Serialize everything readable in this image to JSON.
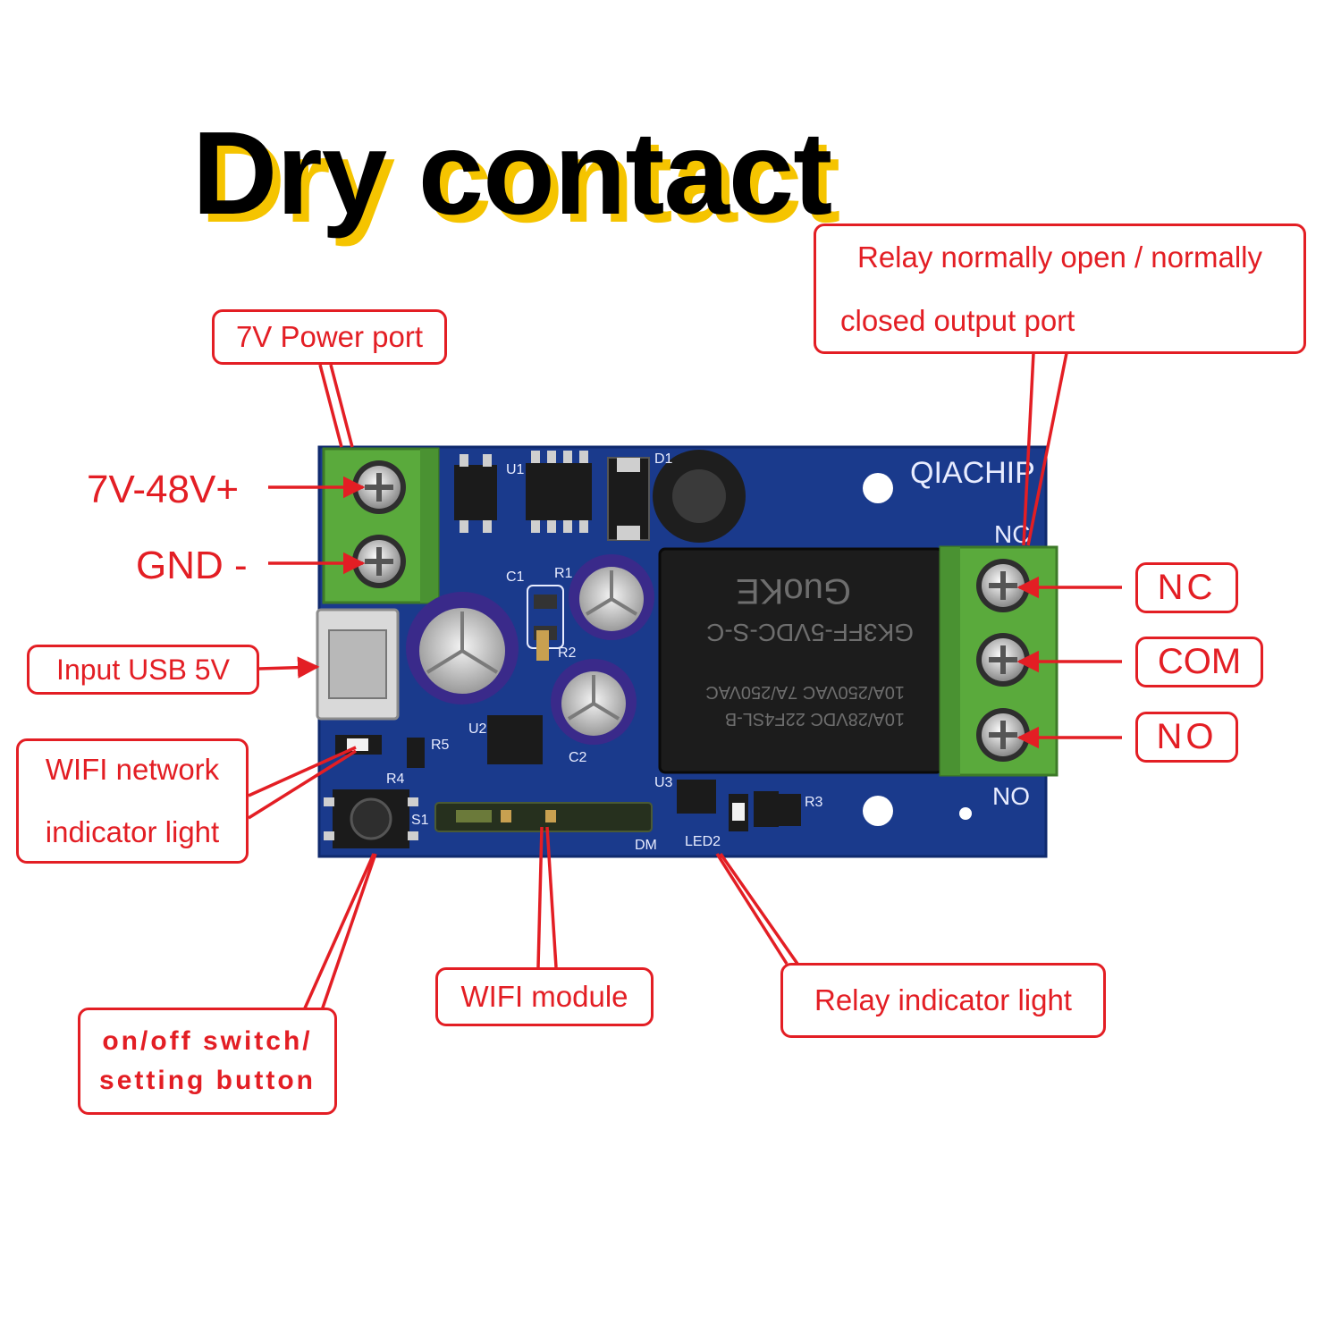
{
  "title": "Dry contact",
  "board": {
    "brand": "QIACHIP",
    "pcb_labels": {
      "u1": "U1",
      "d1": "D1",
      "c1": "C1",
      "r1": "R1",
      "r2": "R2",
      "u2": "U2",
      "c2": "C2",
      "r5": "R5",
      "r4": "R4",
      "s1": "S1",
      "u3": "U3",
      "r3": "R3",
      "led2": "LED2",
      "dm": "DM",
      "nc": "NC",
      "no": "NO"
    },
    "relay_text": {
      "line1": "GK3FF-5VDC-S-C",
      "line2": "10A/250VAC  7A/250VAC",
      "line3": "10A/28VDC  22F4SL-B",
      "brand": "GuoKE"
    }
  },
  "labels": {
    "power_range": "7V-48V+",
    "gnd": "GND -",
    "power_port": "7V Power port",
    "relay_port_line1": "Relay normally open / normally",
    "relay_port_line2": "closed output port",
    "nc": "NC",
    "com": "COM",
    "no": "NO",
    "usb": "Input USB 5V",
    "wifi_light_line1": "WIFI network",
    "wifi_light_line2": "indicator light",
    "switch_line1": "on/off switch/",
    "switch_line2": "setting button",
    "wifi_module": "WIFI module",
    "relay_light": "Relay indicator light"
  },
  "colors": {
    "annotation_red": "#e31e24",
    "title_shadow": "#f5c400",
    "pcb_blue": "#1a3a8c",
    "terminal_green": "#5aaa3c"
  }
}
